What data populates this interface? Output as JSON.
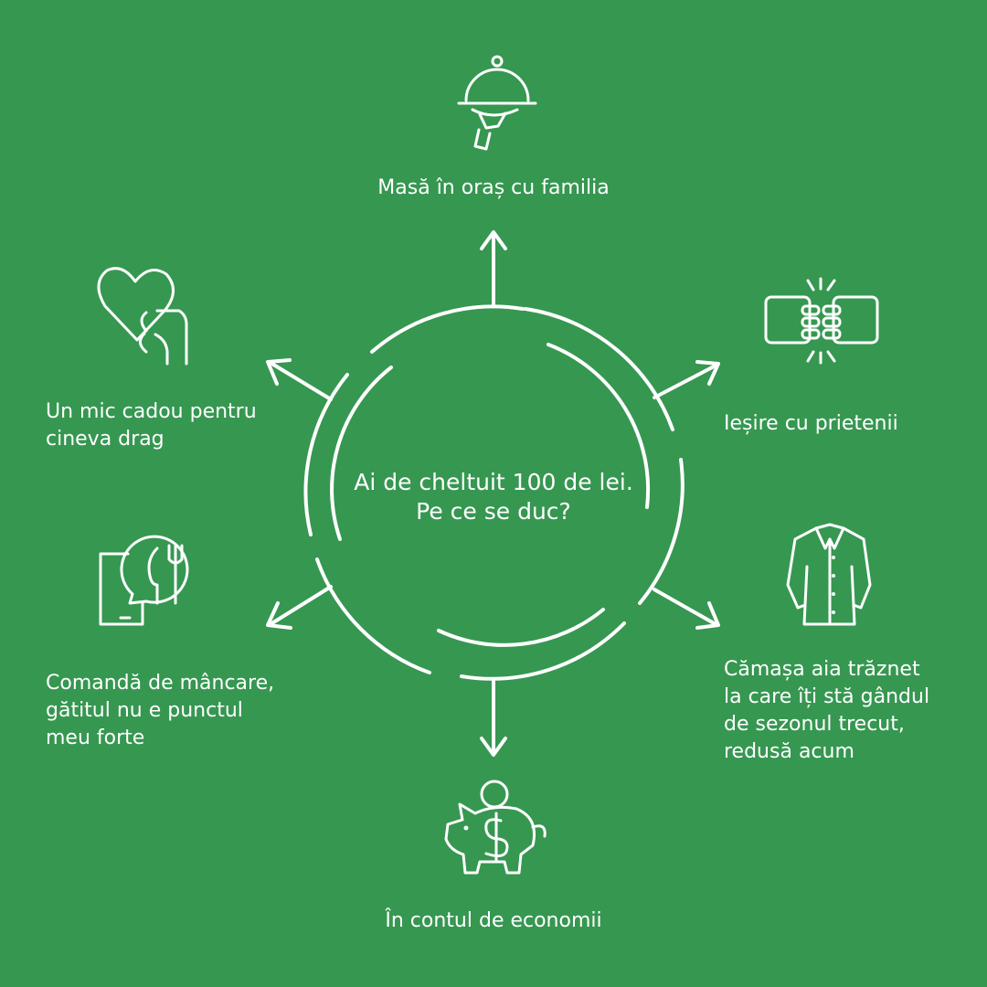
{
  "center": {
    "question": "Ai de cheltuit 100 de lei.\nPe ce se duc?"
  },
  "options": {
    "top": "Masă în oraș cu familia",
    "top_right": "Ieșire cu prietenii",
    "bottom_right": "Cămașa aia trăznet\nla care îți stă gândul\nde sezonul trecut,\nredusă acum",
    "bottom": "În contul de economii",
    "bottom_left": "Comandă de mâncare,\ngătitul nu e punctul\nmeu forte",
    "top_left": "Un mic cadou pentru\ncineva drag"
  },
  "icons": {
    "top": "serving-cloche-icon",
    "top_right": "fist-bump-icon",
    "bottom_right": "shirt-icon",
    "bottom": "piggy-bank-icon",
    "bottom_left": "food-order-phone-icon",
    "top_left": "heart-in-hand-icon"
  },
  "colors": {
    "background": "#369751",
    "foreground": "#ffffff"
  }
}
